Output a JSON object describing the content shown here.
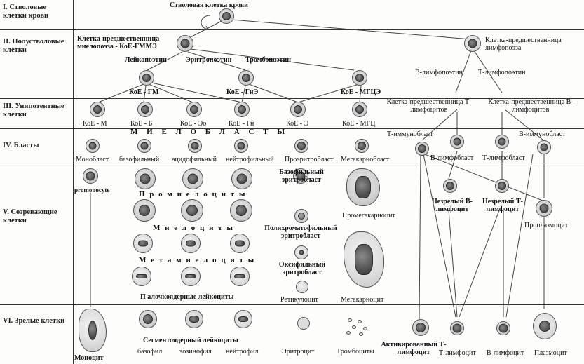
{
  "stages": [
    {
      "key": "s1",
      "label": "I. Стволовые клетки крови"
    },
    {
      "key": "s2",
      "label": "II. Полустволовые клетки"
    },
    {
      "key": "s3",
      "label": "III. Унипотентные клетки"
    },
    {
      "key": "s4",
      "label": "IV. Бласты"
    },
    {
      "key": "s5",
      "label": "V. Созревающие клетки"
    },
    {
      "key": "s6",
      "label": "VI. Зрелые клетки"
    }
  ],
  "row1": {
    "stem_cell": "Стволовая клетка крови"
  },
  "row2": {
    "myelo_progenitor": "Клетка-предшественница миелопоэза - КоЕ-ГММЭ",
    "lympho_progenitor": "Клетка-предшественница лимфопоэза",
    "leukopoietin": "Лейкопоэтин",
    "erythropoietin": "Эритропоэтин",
    "thrombopoietin": "Тромбопоэтин",
    "b_lymphopoietin": "В-лимфопоэтин",
    "t_lymphopoietin": "Т-лимфопоэтин",
    "koe_gm": "КоЕ - ГМ",
    "koe_gne": "КоЕ - ГнЭ",
    "koe_mgce": "КоЕ - МГЦЭ"
  },
  "row3": {
    "koe_m": "КоЕ - М",
    "koe_b": "КоЕ - Б",
    "koe_eo": "КоЕ - Эо",
    "koe_gn": "КоЕ - Гн",
    "koe_e": "КоЕ - Э",
    "koe_mgc": "КоЕ - МГЦ",
    "t_progenitor": "Клетка-предшественница Т-лимфоцитов",
    "b_progenitor": "Клетка-предшественница В-лимфоцитов"
  },
  "row4": {
    "myeloblasts": "М И Е Л О Б Л А С Т Ы",
    "monoblast": "Монобласт",
    "basophilic": "базофильный",
    "acidophilic": "ацидофильный",
    "neutrophilic": "нейтрофильный",
    "proerythroblast": "Проэритробласт",
    "megakaryoblast": "Мегакариобласт",
    "t_immunoblast": "Т-иммунобласт",
    "b_immunoblast": "В-иммунобласт",
    "b_lymphoblast": "В-лимфобласт",
    "t_lymphoblast": "Т-лимфобласт"
  },
  "row5": {
    "promonocyte": "promonocyte",
    "promyelocytes": "П р о м и е л о ц и т ы",
    "myelocytes": "М и е л о ц и т ы",
    "metamyelocytes": "М е т а м и е л о ц и т ы",
    "band_cells": "П алочкоядерные лейкоциты",
    "basophilic_erythroblast": "Базофильный эритробласт",
    "polychromatophilic_erythroblast": "Полихроматофильный эритробласт",
    "oxyphilic_erythroblast": "Оксифильный эритробласт",
    "reticulocyte": "Ретикулоцит",
    "promegakaryocyte": "Промегакариоцит",
    "megakaryocyte": "Мегакариоцит",
    "immature_b": "Незрелый В-лимфоцит",
    "immature_t": "Незрелый Т-лимфоцит",
    "proplasmocyte": "Проплазмоцит"
  },
  "row6": {
    "monocyte": "Моноцит",
    "segmented": "Сегментоядерный лейкоциты",
    "basophil": "базофил",
    "eosinophil": "эозинофил",
    "neutrophil": "нейтрофил",
    "erythrocyte": "Эритроцит",
    "platelets": "Тромбоциты",
    "activated_t": "Активированный Т-лимфоцит",
    "t_lymphocyte": "Т-лимфоцит",
    "b_lymphocyte": "В-лимфоцит",
    "plasmocyte": "Плазмоцит"
  }
}
